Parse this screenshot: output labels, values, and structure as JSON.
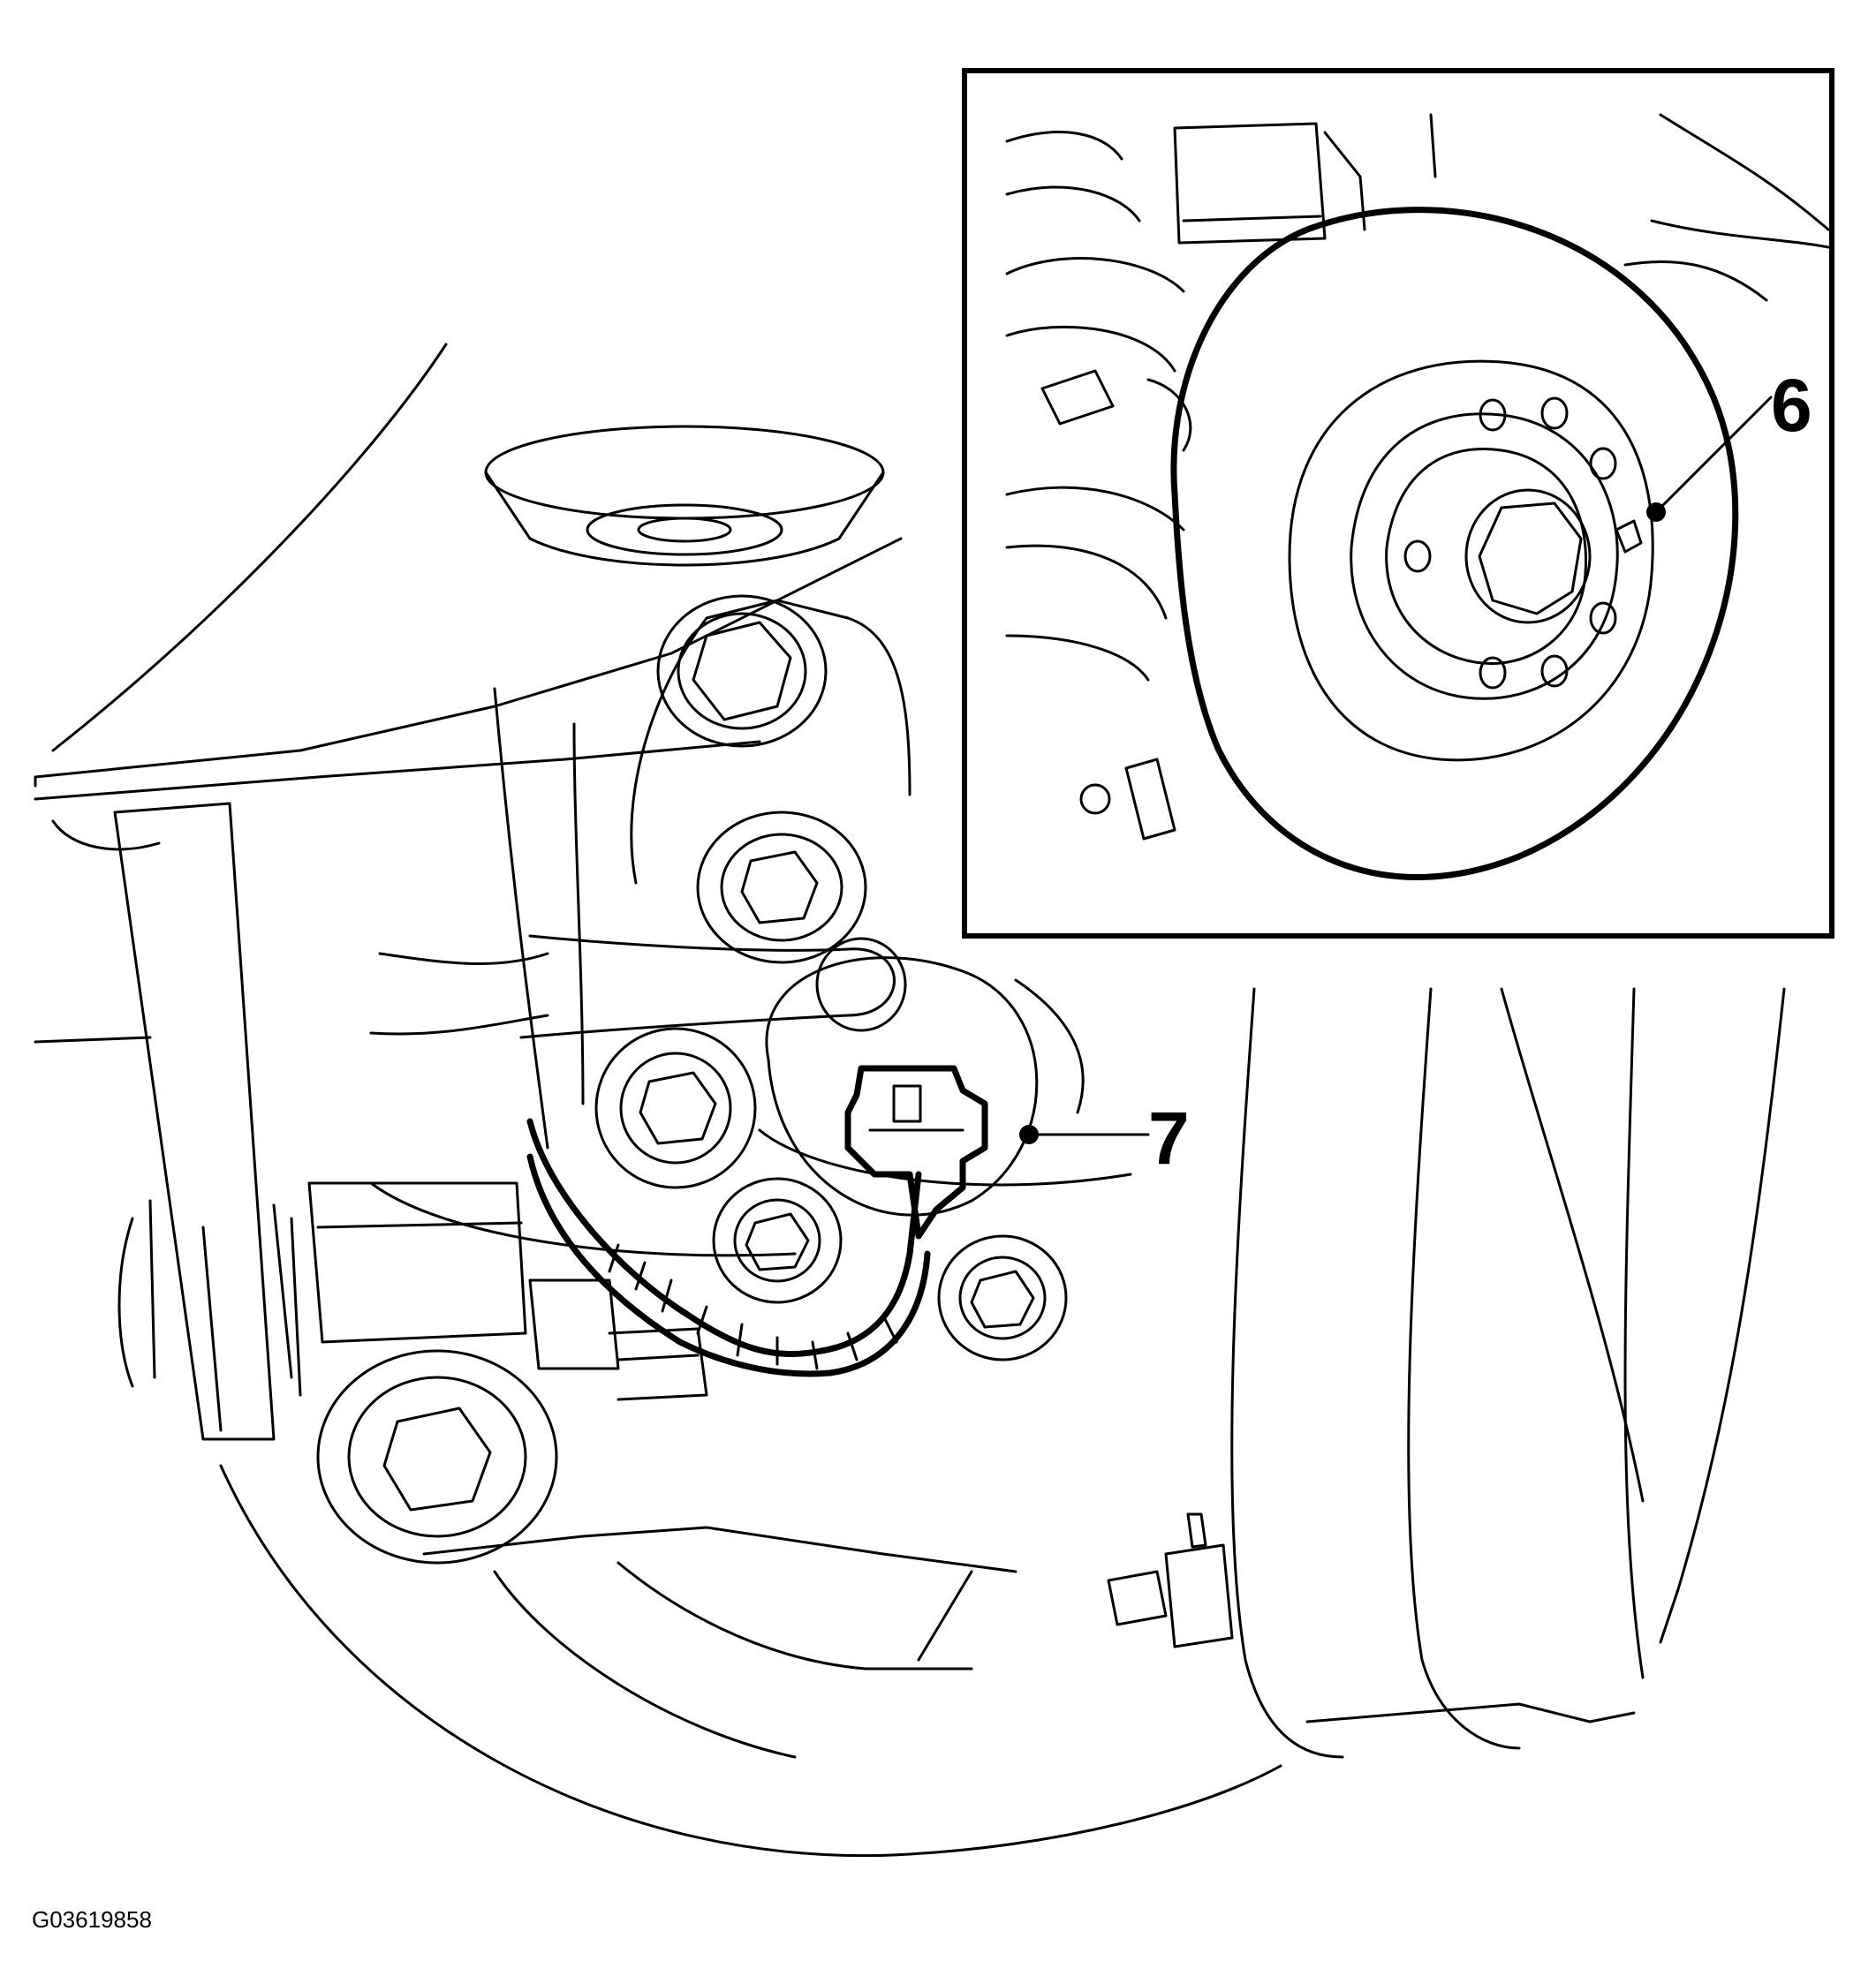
{
  "figure": {
    "id_label": "G03619858",
    "callouts": [
      {
        "label": "6",
        "target": "wheel-speed-sensor-ring-detail"
      },
      {
        "label": "7",
        "target": "abs-sensor-connector"
      }
    ]
  },
  "colors": {
    "line": "#000000",
    "background": "#ffffff"
  }
}
